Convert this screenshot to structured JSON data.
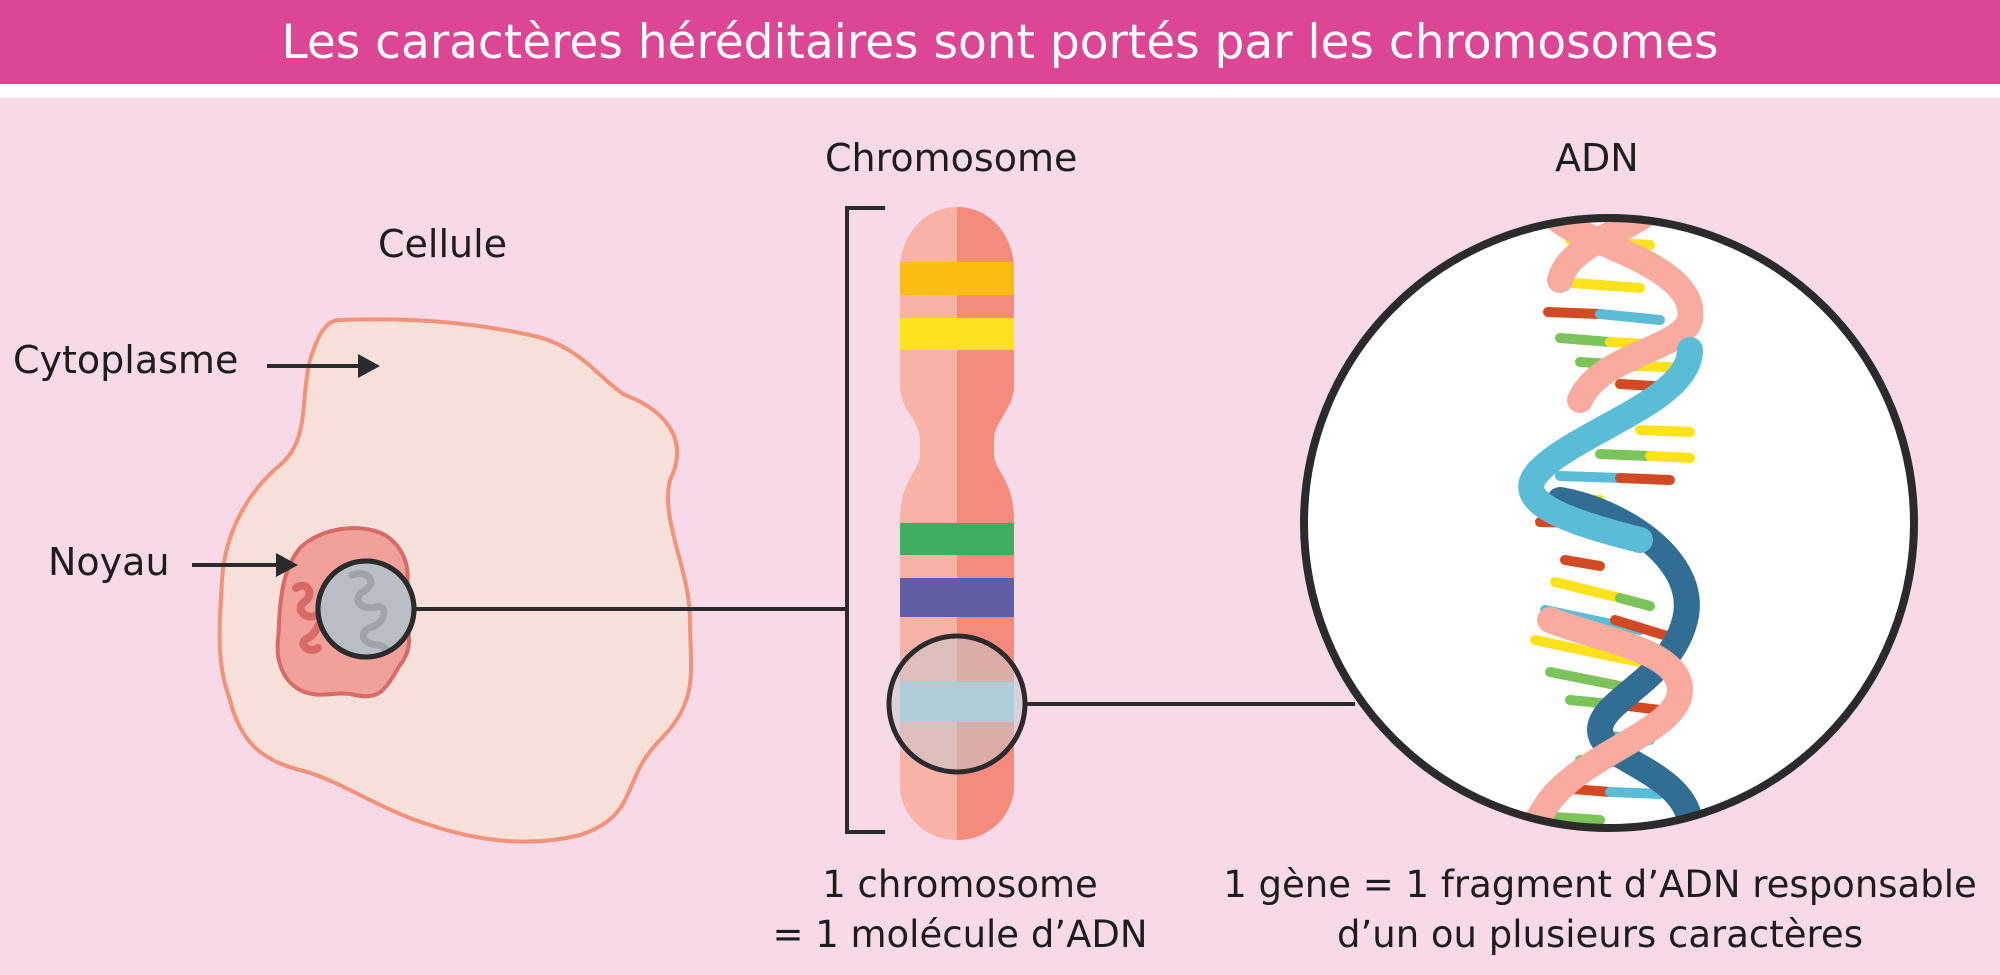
{
  "title": "Les caractères héréditaires sont portés par les chromosomes",
  "labels": {
    "cellule": "Cellule",
    "cytoplasme": "Cytoplasme",
    "noyau": "Noyau",
    "chromosome": "Chromosome",
    "adn": "ADN"
  },
  "captions": {
    "chromosome_line1": "1 chromosome",
    "chromosome_line2": "= 1 molécule d’ADN",
    "gene_line1": "1 gène = 1 fragment d’ADN responsable",
    "gene_line2": "d’un ou plusieurs caractères"
  },
  "colors": {
    "banner": "#dc4695",
    "background": "#f7d9e8",
    "cytoplasm": "#f8e0da",
    "cell_outline": "#f29379",
    "nucleus": "#f2a19a",
    "chromosome_light": "#f9b2a6",
    "chromosome_dark": "#f58b7c",
    "band_orange": "#fbbd12",
    "band_yellow": "#fbe21a",
    "band_green": "#3fae61",
    "band_purple": "#615ea5",
    "band_cyan": "#8fd3e6",
    "dna_strand_pink": "#f8ab9e",
    "dna_strand_blue": "#5bbcd8",
    "dna_strand_navy": "#326d94"
  }
}
